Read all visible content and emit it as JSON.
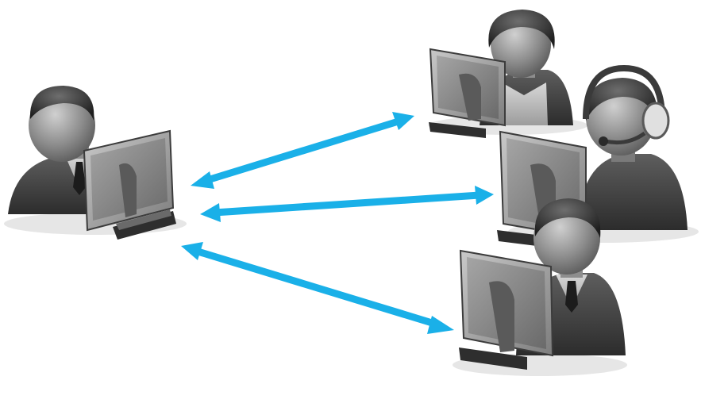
{
  "colors": {
    "background": "#ffffff",
    "arrow": "#1ab0e8",
    "figure_dark": "#2a2a2a",
    "figure_mid": "#6b6b6b",
    "figure_light": "#bdbdbd",
    "skin": "#9a9a9a",
    "shadow": "#d9d9d9"
  },
  "nodes": [
    {
      "id": "local-user",
      "role": "user at computer",
      "icons": [
        "person-icon",
        "monitor-icon"
      ]
    },
    {
      "id": "remote-user-woman",
      "role": "user at computer",
      "icons": [
        "person-icon",
        "monitor-icon"
      ]
    },
    {
      "id": "remote-user-headset",
      "role": "user with headset at computer",
      "icons": [
        "person-icon",
        "headset-icon",
        "monitor-icon"
      ]
    },
    {
      "id": "remote-user-man",
      "role": "user at computer",
      "icons": [
        "person-icon",
        "monitor-icon"
      ]
    }
  ],
  "connections": [
    {
      "from": "local-user",
      "to": "remote-user-woman",
      "style": "double-arrow"
    },
    {
      "from": "local-user",
      "to": "remote-user-headset",
      "style": "double-arrow"
    },
    {
      "from": "local-user",
      "to": "remote-user-man",
      "style": "double-arrow"
    }
  ]
}
